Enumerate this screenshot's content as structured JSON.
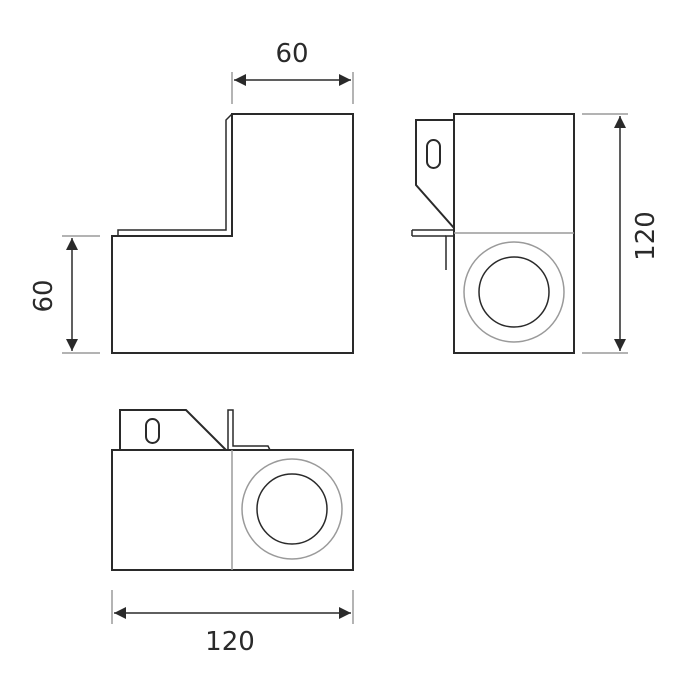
{
  "dimensions": {
    "top_width": "60",
    "left_height": "60",
    "right_height": "120",
    "bottom_width": "120"
  },
  "colors": {
    "stroke": "#2a2a2a",
    "hidden_line": "#9a9a9a",
    "background": "#ffffff"
  }
}
